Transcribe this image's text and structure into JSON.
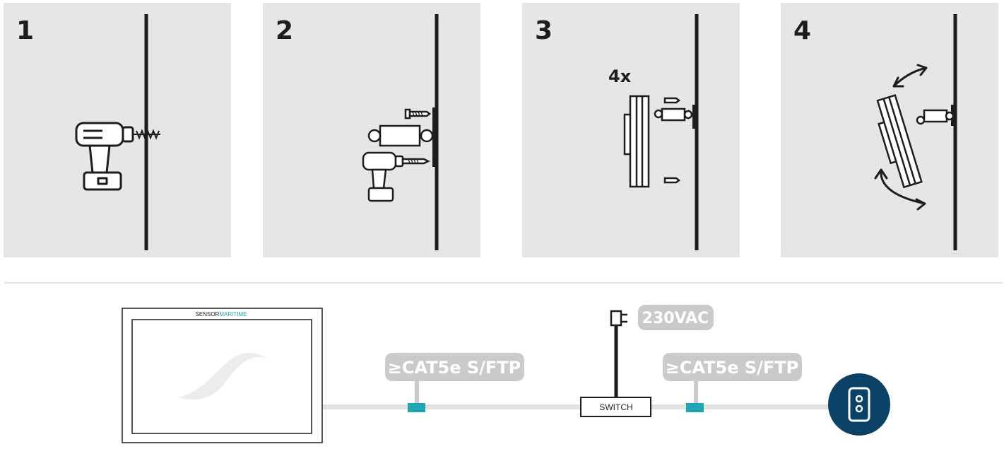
{
  "steps": [
    {
      "number": "1",
      "icon": "drill-icon"
    },
    {
      "number": "2",
      "icon": "bracket-screw-icon"
    },
    {
      "number": "3",
      "icon": "display-mount-icon",
      "qty_label": "4x"
    },
    {
      "number": "4",
      "icon": "tilt-arrows-icon"
    }
  ],
  "wiring": {
    "display_brand_prefix": "SENSOR",
    "display_brand_suffix": "MARITIME",
    "cable_label_1": "≥CAT5e  S/FTP",
    "cable_label_2": "≥CAT5e  S/FTP",
    "power_label": "230VAC",
    "switch_label": "SWITCH"
  },
  "colors": {
    "panel_bg": "#e6e6e7",
    "cable_grey": "#e2e2e2",
    "label_bg": "#c9cacb",
    "teal_connector": "#1fa6b2",
    "navy_socket": "#0c4266",
    "outline": "#1d1d1d"
  }
}
